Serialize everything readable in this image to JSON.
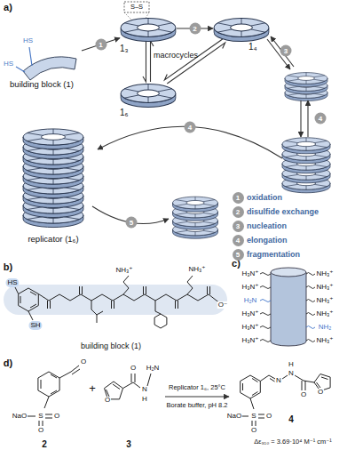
{
  "diagram": {
    "nodes": [
      {
        "text": [
          "HS",
          "HS",
          "building block (1)"
        ]
      },
      {
        "text": [
          "1₃"
        ]
      },
      {
        "text": [
          "1₄"
        ]
      },
      {
        "text": [
          "1₆"
        ]
      },
      {
        "text": [
          "replicator (1₆)"
        ]
      }
    ],
    "edges": [
      {
        "from": 0,
        "to": 1,
        "arrow": "to",
        "label": "1"
      },
      {
        "from": 1,
        "to": 2,
        "arrow": "to",
        "label": "2"
      },
      {
        "from": 1,
        "to": 3,
        "arrow": "both"
      },
      {
        "from": 2,
        "to": 3,
        "arrow": "both"
      }
    ],
    "labels": [
      "a)",
      "S–S",
      "macrocycles",
      "3",
      "4",
      "4",
      "5",
      "1",
      "2",
      "3",
      "4",
      "5",
      "b)",
      "HS",
      "SH",
      "NH₃⁺",
      "NH₃⁺",
      "O⁻",
      "building block (1)",
      "c)",
      "H₃N⁺",
      "H₃N⁺",
      "H₂N",
      "H₃N⁺",
      "H₃N⁺",
      "H₃N⁺",
      "NH₃⁺",
      "NH₃⁺",
      "NH₃⁺",
      "NH₃⁺",
      "NH₂",
      "NH₃⁺",
      "d)",
      "O",
      "NaO",
      "S",
      "O",
      "O",
      "2",
      "+",
      "O",
      "O",
      "N",
      "H",
      "H₂N",
      "3",
      "Replicator 1₆, 25°C",
      "Borate buffer, pH 8.2",
      "N",
      "N",
      "H",
      "O",
      "O",
      "NaO",
      "S",
      "O",
      "O",
      "4",
      "Δε₃₁₀ = 3.69·10⁴ M⁻¹ cm⁻¹"
    ],
    "legend": [
      {
        "text": "oxidation",
        "color": "#9b9b9b"
      },
      {
        "text": "disulfide exchange",
        "color": "#9b9b9b"
      },
      {
        "text": "nucleation",
        "color": "#9b9b9b"
      },
      {
        "text": "elongation",
        "color": "#9b9b9b"
      },
      {
        "text": "fragmentation",
        "color": "#9b9b9b"
      }
    ]
  }
}
